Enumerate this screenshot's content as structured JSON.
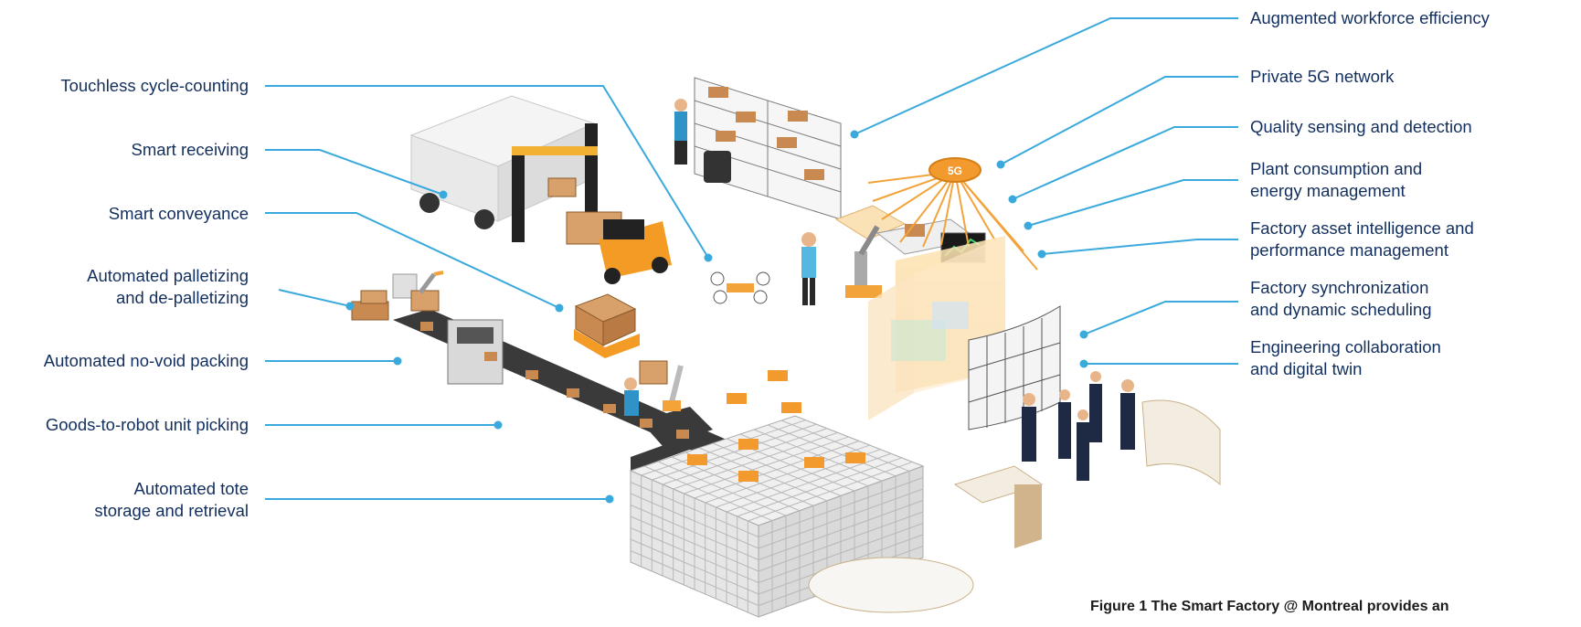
{
  "labels_left": [
    "Touchless cycle-counting",
    "Smart receiving",
    "Smart conveyance",
    "Automated palletizing\nand de-palletizing",
    "Automated no-void packing",
    "Goods-to-robot unit picking",
    "Automated tote\nstorage and retrieval"
  ],
  "labels_right": [
    "Augmented workforce efficiency",
    "Private 5G network",
    "Quality sensing and detection",
    "Plant consumption and\nenergy management",
    "Factory asset intelligence and\nperformance management",
    "Factory synchronization\nand dynamic scheduling",
    "Engineering collaboration\nand digital twin"
  ],
  "badge_5g": "5G",
  "caption": "Figure 1  The Smart Factory @ Montreal provides an",
  "colors": {
    "label_text": "#132f5e",
    "leader_line": "#3aa9dc",
    "accent_orange": "#f2a33a"
  }
}
